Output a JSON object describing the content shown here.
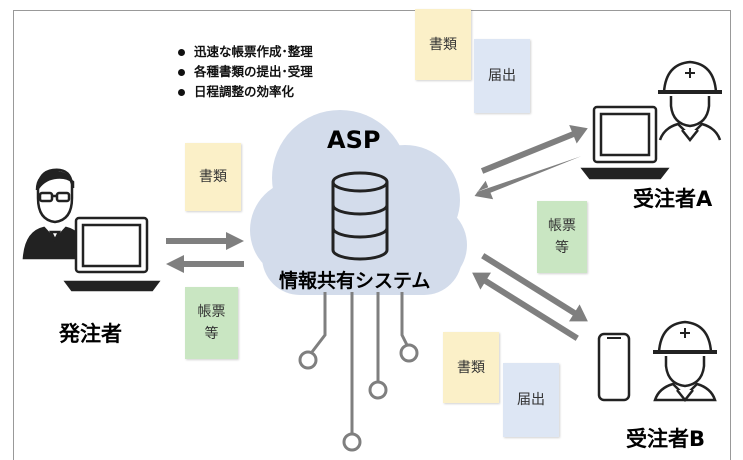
{
  "bullets": [
    "迅速な帳票作成･整理",
    "各種書類の提出･受理",
    "日程調整の効率化"
  ],
  "cloud": {
    "title": "ASP",
    "system": "情報共有システム"
  },
  "actors": {
    "orderer": "発注者",
    "contractor_a": "受注者A",
    "contractor_b": "受注者B"
  },
  "cards": {
    "top_docs": "書類",
    "top_notice": "届出",
    "left_docs": "書類",
    "left_forms": "帳票\n等",
    "right_forms": "帳票\n等",
    "bottom_docs": "書類",
    "bottom_notice": "届出"
  },
  "colors": {
    "cloud": "#d3dceb",
    "arrow": "#7f7f7f",
    "docs": "#fbf0c8",
    "notice": "#dde6f4",
    "forms": "#c9e6c2",
    "frame": "#999999"
  }
}
